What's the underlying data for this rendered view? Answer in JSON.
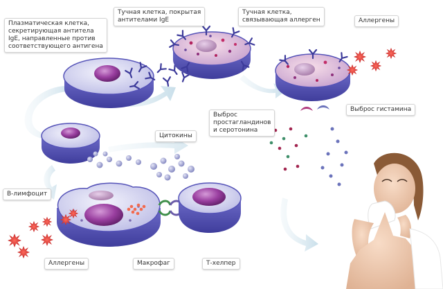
{
  "labels": {
    "plasma_cell": [
      "Плазматическая клетка,",
      "секретирующая антитела",
      "IgE, направленные против",
      "соответствующего антигена"
    ],
    "mast_cell_ige": [
      "Тучная клетка, покрытая",
      "антителами IgE"
    ],
    "mast_cell_allergen": [
      "Тучная клетка,",
      "связывающая аллерген"
    ],
    "allergens_top": "Аллергены",
    "histamine_release": "Выброс гистамина",
    "prostaglandin_release": [
      "Выброс",
      "простагландинов",
      "и серотонина"
    ],
    "cytokines": "Цитокины",
    "b_lymphocyte": "В-лимфоцит",
    "allergens_bottom": "Аллергены",
    "macrophage": "Макрофаг",
    "t_helper": "Т-хелпер"
  },
  "colors": {
    "cell_membrane": "#c9c9ec",
    "cell_edge": "#4c4ab0",
    "nucleus": "#8a2f8c",
    "allergen": "#c8282a",
    "antibody": "#3c3a9a",
    "cytokine": "#8e91c8",
    "arrow": "#cfe4ee"
  }
}
